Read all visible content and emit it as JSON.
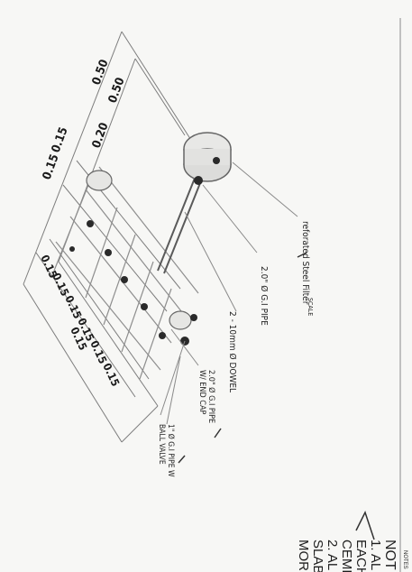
{
  "labels": {
    "filter": "reforated Steel Filter",
    "pipe_main": "2.0\" Ø G.I PIPE",
    "dowel": "2 - 10mm Ø DOWEL",
    "pipe_endcap_line1": "2.0\" Ø G.I PIPE",
    "pipe_endcap_line2": "W/ END CAP",
    "ballvalve_line1": "1\" Ø G.I PIPE W",
    "ballvalve_line2": "BALL VALVE",
    "scale": "SCALE"
  },
  "dimensions": {
    "top_a": "0.50",
    "top_b": "0.50",
    "top_c": "0.15",
    "top_d": "0.15",
    "top_e": "0.20",
    "side_a": "0.15",
    "side_b": "0.15",
    "side_c": "0.15",
    "side_d": "0.15",
    "side_e": "0.15",
    "side_f": "0.15",
    "side_g": "0.15"
  },
  "notes": {
    "heading": "NOTES",
    "title_partial": "NOT",
    "line1": "1. AL",
    "line2": "EACH",
    "line3": "CEME",
    "line4": "2. AL",
    "line5": "SLAB",
    "line6": "MOR"
  }
}
